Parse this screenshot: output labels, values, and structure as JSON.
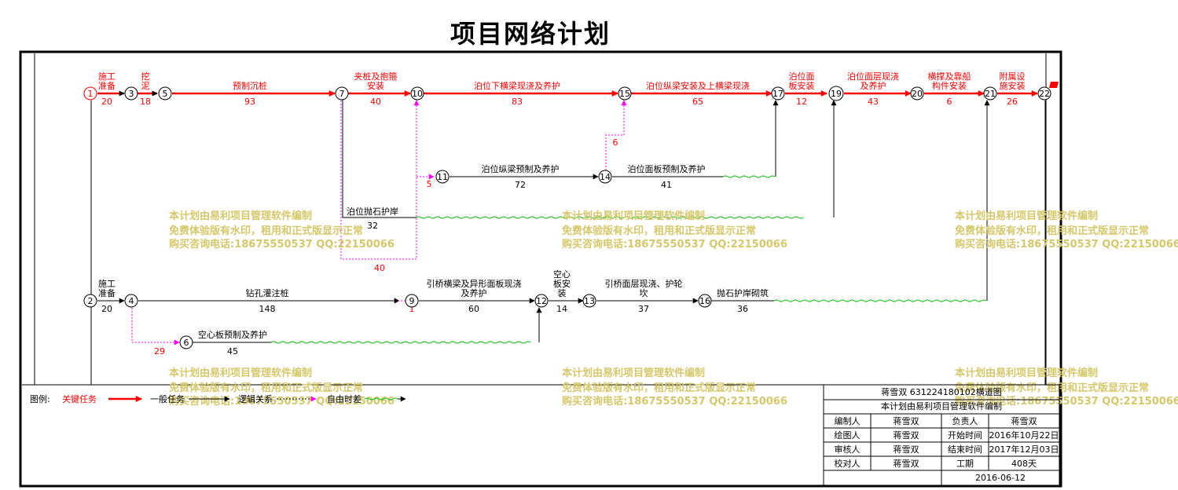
{
  "title": "项目网络计划",
  "nodes": [
    "1",
    "3",
    "5",
    "7",
    "10",
    "15",
    "17",
    "19",
    "20",
    "21",
    "22",
    "11",
    "14",
    "2",
    "4",
    "9",
    "12",
    "13",
    "16",
    "6"
  ],
  "critical_tasks": [
    {
      "name": "施工准备",
      "duration": "20"
    },
    {
      "name": "挖泥",
      "duration": "18"
    },
    {
      "name": "预制沉桩",
      "duration": "93"
    },
    {
      "name": "夹桩及抱箍安装",
      "duration": "40"
    },
    {
      "name": "泊位下横梁现浇及养护",
      "duration": "83"
    },
    {
      "name": "泊位纵梁安装及上横梁现浇",
      "duration": "65"
    },
    {
      "name": "泊位面板安装",
      "duration": "12"
    },
    {
      "name": "泊位面层现浇及养护",
      "duration": "43"
    },
    {
      "name": "横撑及靠船构件安装",
      "duration": "6"
    },
    {
      "name": "附属设施安装",
      "duration": "26"
    }
  ],
  "normal_tasks": [
    {
      "name": "泊位纵梁预制及养护",
      "duration": "72"
    },
    {
      "name": "泊位面板预制及养护",
      "duration": "41"
    },
    {
      "name": "泊位抛石护岸",
      "duration": "32"
    },
    {
      "name": "施工准备",
      "duration": "20"
    },
    {
      "name": "钻孔灌注桩",
      "duration": "148"
    },
    {
      "name": "引桥横梁及异形面板现浇及养护",
      "duration": "60"
    },
    {
      "name": "空心板安装",
      "duration": "14"
    },
    {
      "name": "引桥面层现浇、护轮坎",
      "duration": "37"
    },
    {
      "name": "抛石护岸砌筑",
      "duration": "36"
    },
    {
      "name": "空心板预制及养护",
      "duration": "45"
    }
  ],
  "free_floats": {
    "f7_10": "40",
    "f10_11": "5",
    "f14_15": "6",
    "f4_6": "29",
    "f4_9": "1"
  },
  "watermark": {
    "line1": "本计划由易利项目管理软件编制",
    "line2": "免费体验版有水印，租用和正式版显示正常",
    "line3": "购买咨询电话:18675550537 QQ:22150066"
  },
  "legend": {
    "label": "图例:",
    "critical": "关键任务",
    "normal": "一般任务",
    "logic": "逻辑关系",
    "float": "自由时差"
  },
  "title_block": {
    "row1": "蒋雪双  631224180102横道图",
    "row2": "本计划由易利项目管理软件编制",
    "editor_label": "编制人",
    "editor": "蒋雪双",
    "owner_label": "负责人",
    "owner": "蒋雪双",
    "drawer_label": "绘图人",
    "drawer": "蒋雪双",
    "start_label": "开始时间",
    "start": "2016年10月22日",
    "reviewer_label": "审核人",
    "reviewer": "蒋雪双",
    "end_label": "结束时间",
    "end": "2017年12月03日",
    "checker_label": "校对人",
    "checker": "蒋雪双",
    "period_label": "工期",
    "period": "408天",
    "date": "2016-06-12"
  },
  "colors": {
    "critical": "#ff0000",
    "normal": "#000000",
    "float": "#ff00ff",
    "wave": "#00c000",
    "watermark": "#d6c76a"
  }
}
